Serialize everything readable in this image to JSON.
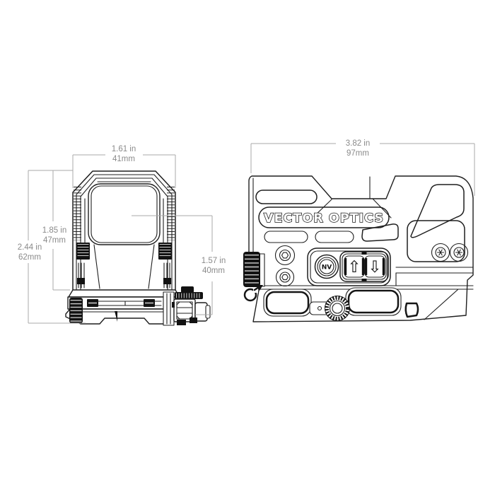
{
  "drawing": {
    "kind": "technical line drawing, two orthographic views of a reflex red-dot sight",
    "views": [
      "front view",
      "side view"
    ]
  },
  "dimensions": {
    "front_width": {
      "inches": "1.61 in",
      "mm": "41mm"
    },
    "front_body_height": {
      "inches": "1.85 in",
      "mm": "47mm"
    },
    "front_total_height": {
      "inches": "2.44 in",
      "mm": "62mm"
    },
    "front_axis_height": {
      "inches": "1.57 in",
      "mm": "40mm"
    },
    "side_length": {
      "inches": "3.82 in",
      "mm": "97mm"
    }
  },
  "brand": {
    "logo_text": "VECTOR OPTICS"
  },
  "controls": {
    "nv_button_label": "NV",
    "up_arrow_icon": "⇧",
    "down_arrow_icon": "⇩"
  },
  "colors": {
    "background": "#ffffff",
    "drawing_line": "#1f1f1f",
    "knurl_fill": "#121212",
    "dimension_line": "#a8a8a8",
    "dimension_text": "#8a8a8a"
  }
}
